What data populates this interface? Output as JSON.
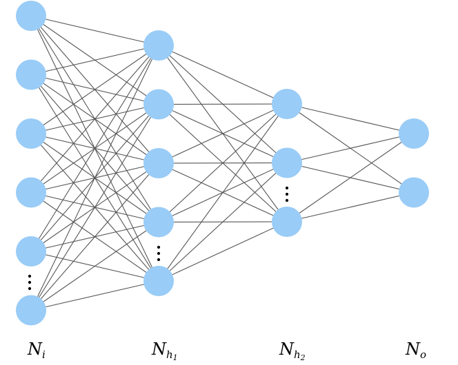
{
  "colors": {
    "node": "#99ccf7",
    "edge": "#555555",
    "ellipsis": "#000000"
  },
  "layers": [
    {
      "id": "input",
      "label": {
        "base": "N",
        "sub": "i",
        "subsub": ""
      },
      "visible_nodes": 6,
      "has_ellipsis": true
    },
    {
      "id": "hidden-1",
      "label": {
        "base": "N",
        "sub": "h",
        "subsub": "1"
      },
      "visible_nodes": 5,
      "has_ellipsis": true
    },
    {
      "id": "hidden-2",
      "label": {
        "base": "N",
        "sub": "h",
        "subsub": "2"
      },
      "visible_nodes": 3,
      "has_ellipsis": true
    },
    {
      "id": "output",
      "label": {
        "base": "N",
        "sub": "o",
        "subsub": ""
      },
      "visible_nodes": 2,
      "has_ellipsis": false
    }
  ],
  "connectivity": "fully-connected"
}
